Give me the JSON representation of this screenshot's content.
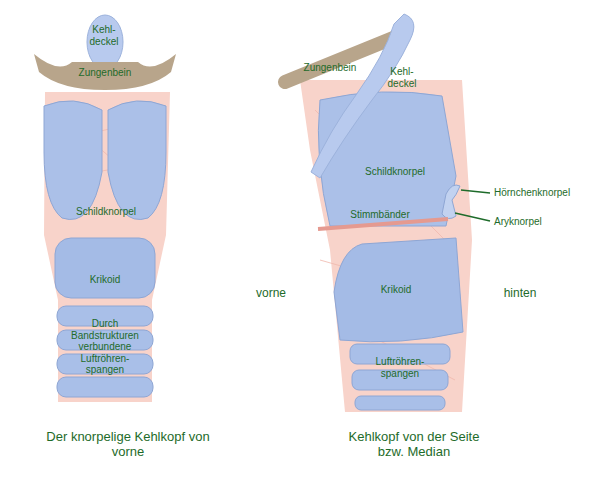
{
  "diagram": {
    "labels": [
      "Kehl- deckel",
      "Zungenbein",
      "Schildknorpel",
      "Krikoid",
      "Durch Bandstrukturen verbundene Luftröhren- spangen",
      "Der knorpelige Kehlkopf von vorne",
      "Zungenbein",
      "Kehl- deckel",
      "Schildknorpel",
      "Hörnchenknorpel",
      "Aryknorpel",
      "Stimmbänder",
      "Krikoid",
      "Luftröhren- spangen",
      "vorne",
      "hinten",
      "Kehlkopf von der Seite bzw. Median"
    ]
  }
}
